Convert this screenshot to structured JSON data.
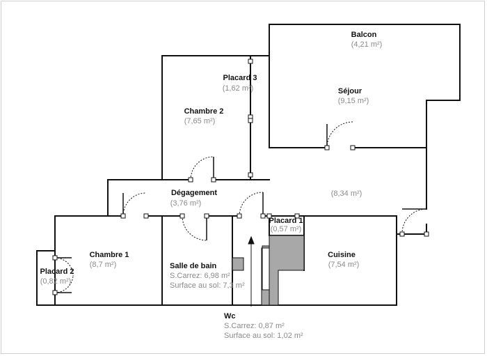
{
  "rooms": {
    "balcon": {
      "name": "Balcon",
      "area": "(4,21 m²)"
    },
    "placard3": {
      "name": "Placard 3",
      "area": "(1,62 m²)"
    },
    "sejour": {
      "name": "Séjour",
      "area": "(9,15 m²)"
    },
    "chambre2": {
      "name": "Chambre 2",
      "area": "(7,65 m²)"
    },
    "degagement": {
      "name": "Dégagement",
      "area": "(3,76 m²)"
    },
    "open_area": {
      "area": "(8,34 m²)"
    },
    "placard1": {
      "name": "Placard 1",
      "area": "(0,57 m²)"
    },
    "chambre1": {
      "name": "Chambre 1",
      "area": "(8,7 m²)"
    },
    "placard2": {
      "name": "Placard 2",
      "area": "(0,82 m²)"
    },
    "salle_de_bain": {
      "name": "Salle de bain",
      "carrez": "S.Carrez: 6,98 m²",
      "sol": "Surface au sol: 7,3 m²"
    },
    "cuisine": {
      "name": "Cuisine",
      "area": "(7,54 m²)"
    },
    "wc": {
      "name": "Wc",
      "carrez": "S.Carrez: 0,87 m²",
      "sol": "Surface au sol: 1,02 m²"
    }
  },
  "colors": {
    "wall": "#111111",
    "fixture": "#a8a8a8",
    "area_text": "#8a8a8a"
  }
}
